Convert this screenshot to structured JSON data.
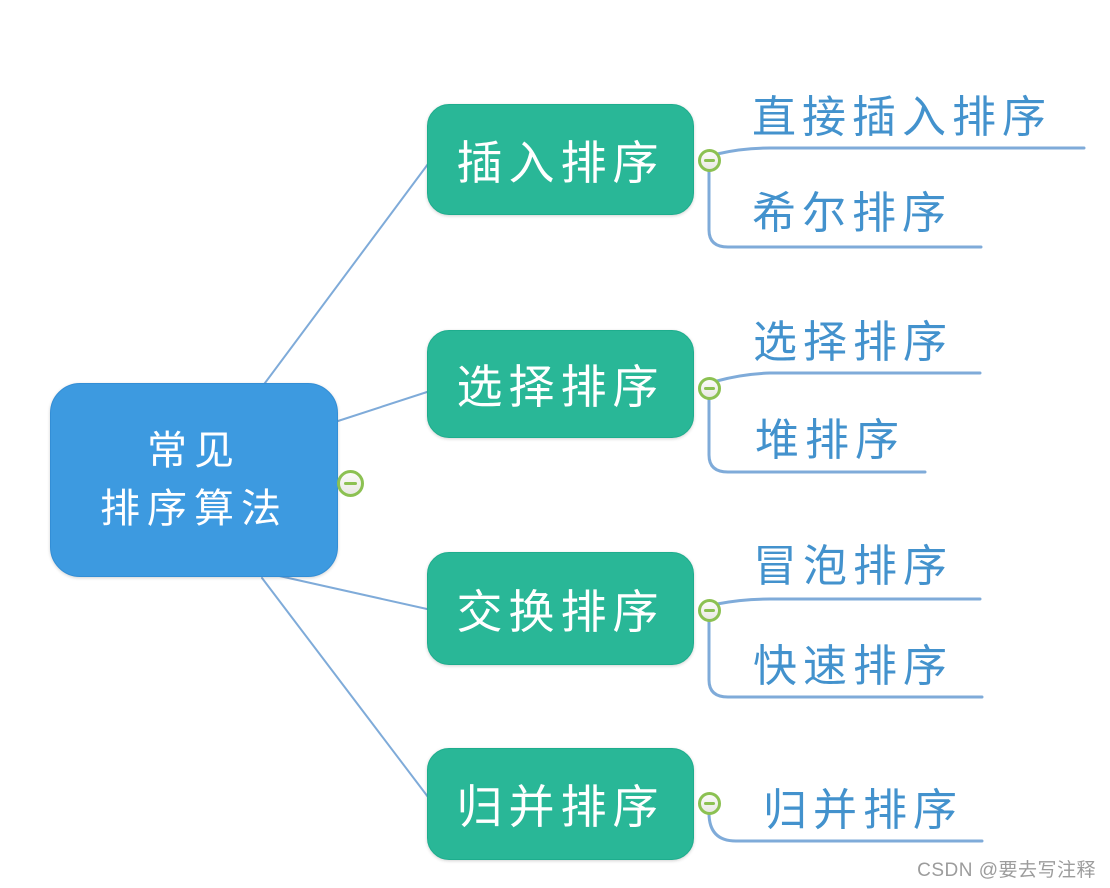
{
  "diagram": {
    "type": "mindmap",
    "root": {
      "line1": "常见",
      "line2": "排序算法"
    },
    "branches": [
      {
        "label": "插入排序",
        "children": [
          "直接插入排序",
          "希尔排序"
        ]
      },
      {
        "label": "选择排序",
        "children": [
          "选择排序",
          "堆排序"
        ]
      },
      {
        "label": "交换排序",
        "children": [
          "冒泡排序",
          "快速排序"
        ]
      },
      {
        "label": "归并排序",
        "children": [
          "归并排序"
        ]
      }
    ],
    "collapse_icon_glyph": "−",
    "colors": {
      "root_fill": "#3d9ae0",
      "branch_fill": "#29b797",
      "node_text": "#ffffff",
      "leaf_text": "#4392cd",
      "connector_line": "#7fabd9",
      "collapse_icon_green": "#8cc152",
      "watermark_gray": "#9c9c9c"
    }
  },
  "watermark": "CSDN @要去写注释"
}
